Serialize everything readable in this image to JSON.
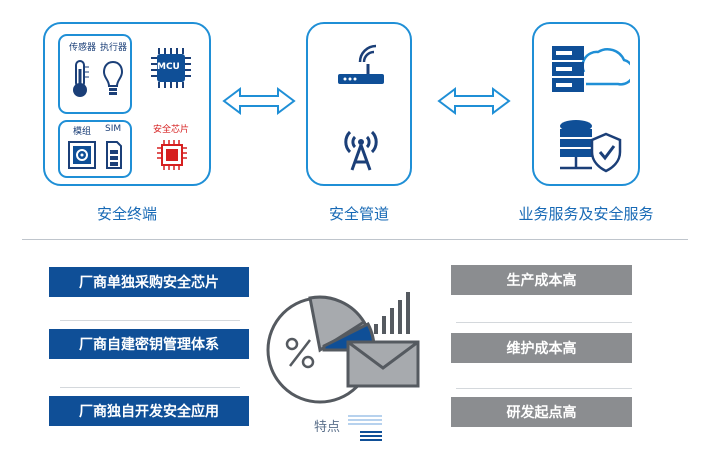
{
  "top": {
    "terminal": {
      "caption": "安全终端",
      "sensor_label": "传感器",
      "actuator_label": "执行器",
      "mcu_label": "MCU",
      "module_label": "模组",
      "sim_label": "SIM",
      "chip_label": "安全芯片",
      "icons": [
        "thermometer-icon",
        "lightbulb-icon",
        "mcu-chip-icon",
        "module-icon",
        "sim-card-icon",
        "security-chip-icon"
      ]
    },
    "channel": {
      "caption": "安全管道",
      "icons": [
        "router-icon",
        "signal-tower-icon"
      ]
    },
    "service": {
      "caption": "业务服务及安全服务",
      "icons": [
        "server-cloud-icon",
        "database-shield-icon"
      ]
    },
    "arrows": [
      "double-arrow-icon",
      "double-arrow-icon"
    ]
  },
  "left_buttons": [
    "厂商单独采购安全芯片",
    "厂商自建密钥管理体系",
    "厂商独自开发安全应用"
  ],
  "right_buttons": [
    "生产成本高",
    "维护成本高",
    "研发起点高"
  ],
  "center": {
    "label": "特点",
    "icon": "analytics-illustration-icon"
  },
  "colors": {
    "blue_button": "#0f4f97",
    "gray_button": "#8b8d90",
    "panel_border": "#1f8fd6",
    "caption_text": "#1769b5",
    "chip_red": "#d62020"
  }
}
